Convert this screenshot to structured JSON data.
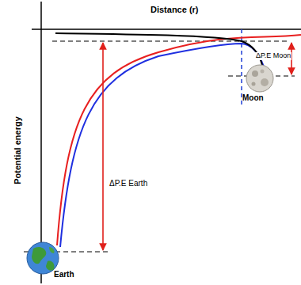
{
  "diagram": {
    "labels": [
      "Distance (r)",
      "Potential energy",
      "ΔP.E Earth",
      "ΔP.E Moon",
      "Moon",
      "Earth"
    ]
  }
}
